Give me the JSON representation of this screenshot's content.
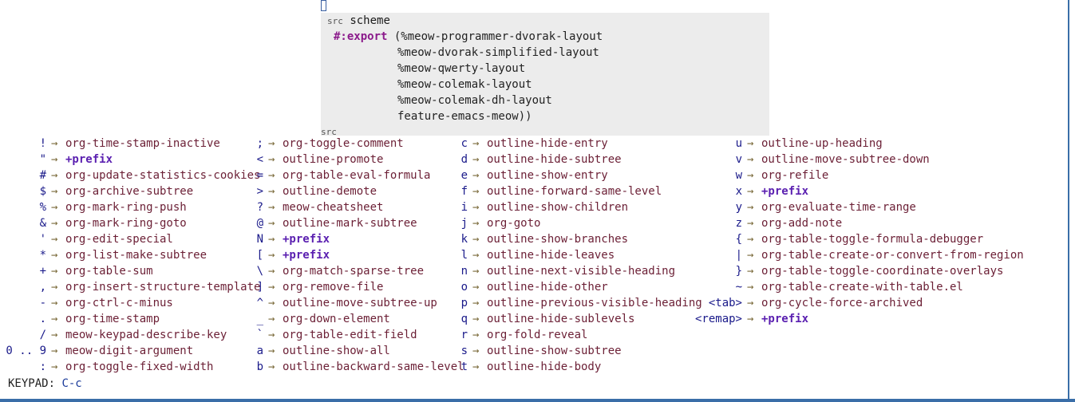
{
  "code": {
    "src_label": "src",
    "lang": "scheme",
    "keyword": "#:export",
    "lines": [
      " (%meow-programmer-dvorak-layout",
      "%meow-dvorak-simplified-layout",
      "%meow-qwerty-layout",
      "%meow-colemak-layout",
      "%meow-colemak-dh-layout",
      "feature-emacs-meow))"
    ],
    "end_label": "src"
  },
  "arrow": "→",
  "columns": [
    [
      {
        "key": "!",
        "cmd": "org-time-stamp-inactive"
      },
      {
        "key": "\"",
        "cmd": "+prefix",
        "prefix": true
      },
      {
        "key": "#",
        "cmd": "org-update-statistics-cookies"
      },
      {
        "key": "$",
        "cmd": "org-archive-subtree"
      },
      {
        "key": "%",
        "cmd": "org-mark-ring-push"
      },
      {
        "key": "&",
        "cmd": "org-mark-ring-goto"
      },
      {
        "key": "'",
        "cmd": "org-edit-special"
      },
      {
        "key": "*",
        "cmd": "org-list-make-subtree"
      },
      {
        "key": "+",
        "cmd": "org-table-sum"
      },
      {
        "key": ",",
        "cmd": "org-insert-structure-template"
      },
      {
        "key": "-",
        "cmd": "org-ctrl-c-minus"
      },
      {
        "key": ".",
        "cmd": "org-time-stamp"
      },
      {
        "key": "/",
        "cmd": "meow-keypad-describe-key"
      },
      {
        "key": "0 .. 9",
        "cmd": "meow-digit-argument"
      },
      {
        "key": ":",
        "cmd": "org-toggle-fixed-width"
      }
    ],
    [
      {
        "key": ";",
        "cmd": "org-toggle-comment"
      },
      {
        "key": "<",
        "cmd": "outline-promote"
      },
      {
        "key": "=",
        "cmd": "org-table-eval-formula"
      },
      {
        "key": ">",
        "cmd": "outline-demote"
      },
      {
        "key": "?",
        "cmd": "meow-cheatsheet"
      },
      {
        "key": "@",
        "cmd": "outline-mark-subtree"
      },
      {
        "key": "N",
        "cmd": "+prefix",
        "prefix": true
      },
      {
        "key": "[",
        "cmd": "+prefix",
        "prefix": true
      },
      {
        "key": "\\",
        "cmd": "org-match-sparse-tree"
      },
      {
        "key": "]",
        "cmd": "org-remove-file"
      },
      {
        "key": "^",
        "cmd": "outline-move-subtree-up"
      },
      {
        "key": "_",
        "cmd": "org-down-element"
      },
      {
        "key": "`",
        "cmd": "org-table-edit-field"
      },
      {
        "key": "a",
        "cmd": "outline-show-all"
      },
      {
        "key": "b",
        "cmd": "outline-backward-same-level"
      }
    ],
    [
      {
        "key": "c",
        "cmd": "outline-hide-entry"
      },
      {
        "key": "d",
        "cmd": "outline-hide-subtree"
      },
      {
        "key": "e",
        "cmd": "outline-show-entry"
      },
      {
        "key": "f",
        "cmd": "outline-forward-same-level"
      },
      {
        "key": "i",
        "cmd": "outline-show-children"
      },
      {
        "key": "j",
        "cmd": "org-goto"
      },
      {
        "key": "k",
        "cmd": "outline-show-branches"
      },
      {
        "key": "l",
        "cmd": "outline-hide-leaves"
      },
      {
        "key": "n",
        "cmd": "outline-next-visible-heading"
      },
      {
        "key": "o",
        "cmd": "outline-hide-other"
      },
      {
        "key": "p",
        "cmd": "outline-previous-visible-heading"
      },
      {
        "key": "q",
        "cmd": "outline-hide-sublevels"
      },
      {
        "key": "r",
        "cmd": "org-fold-reveal"
      },
      {
        "key": "s",
        "cmd": "outline-show-subtree"
      },
      {
        "key": "t",
        "cmd": "outline-hide-body"
      }
    ],
    [
      {
        "key": "u",
        "cmd": "outline-up-heading"
      },
      {
        "key": "v",
        "cmd": "outline-move-subtree-down"
      },
      {
        "key": "w",
        "cmd": "org-refile"
      },
      {
        "key": "x",
        "cmd": "+prefix",
        "prefix": true
      },
      {
        "key": "y",
        "cmd": "org-evaluate-time-range"
      },
      {
        "key": "z",
        "cmd": "org-add-note"
      },
      {
        "key": "{",
        "cmd": "org-table-toggle-formula-debugger"
      },
      {
        "key": "|",
        "cmd": "org-table-create-or-convert-from-region"
      },
      {
        "key": "}",
        "cmd": "org-table-toggle-coordinate-overlays"
      },
      {
        "key": "~",
        "cmd": "org-table-create-with-table.el"
      },
      {
        "key": "<tab>",
        "cmd": "org-cycle-force-archived"
      },
      {
        "key": "<remap>",
        "cmd": "+prefix",
        "prefix": true
      }
    ]
  ],
  "status": {
    "label": "KEYPAD:",
    "keys": "C-c"
  }
}
